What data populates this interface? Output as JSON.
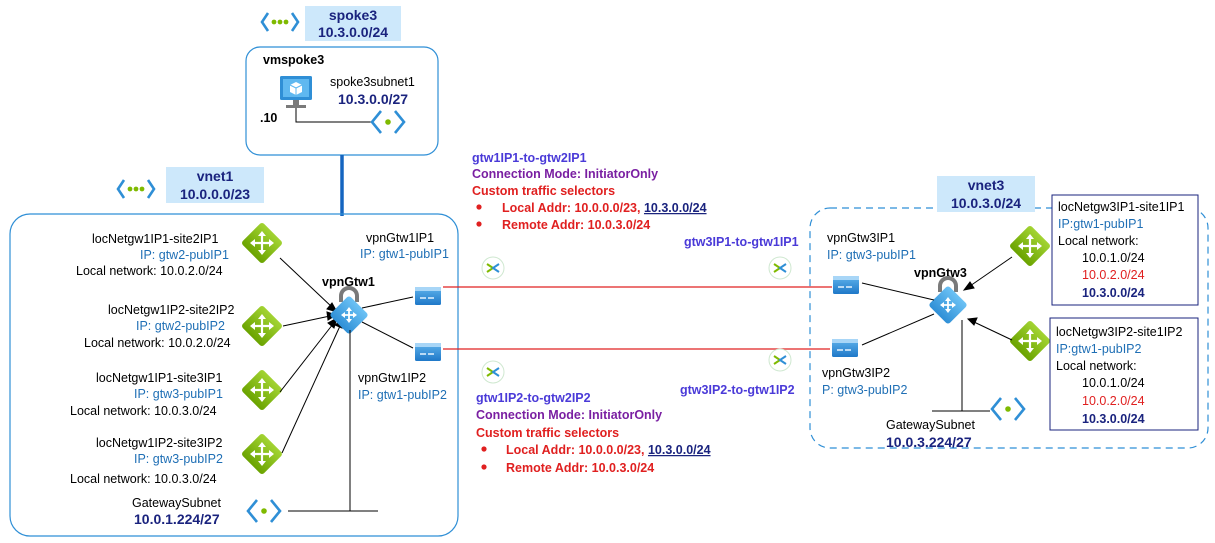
{
  "spoke3": {
    "title": "spoke3",
    "address": "10.3.0.0/24",
    "vm_name": "vmspoke3",
    "vm_ip": ".10",
    "subnet_name": "spoke3subnet1",
    "subnet_address": "10.3.0.0/27"
  },
  "vnet1": {
    "title": "vnet1",
    "address": "10.0.0.0/23",
    "gateway_name": "vpnGtw1",
    "gw_ip1_name": "vpnGtw1IP1",
    "gw_ip1_pip": "IP: gtw1-pubIP1",
    "gw_ip2_name": "vpnGtw1IP2",
    "gw_ip2_pip": "IP: gtw1-pubIP2",
    "gateway_subnet_label": "GatewaySubnet",
    "gateway_subnet_address": "10.0.1.224/27",
    "local_gateways": [
      {
        "name": "locNetgw1IP1-site2IP1",
        "ip": "IP: gtw2-pubIP1",
        "network": "Local network: 10.0.2.0/24"
      },
      {
        "name": "locNetgw1IP2-site2IP2",
        "ip": "IP: gtw2-pubIP2",
        "network": "Local network: 10.0.2.0/24"
      },
      {
        "name": "locNetgw1IP1-site3IP1",
        "ip": "IP: gtw3-pubIP1",
        "network": "Local network: 10.0.3.0/24"
      },
      {
        "name": "locNetgw1IP2-site3IP2",
        "ip": "IP: gtw3-pubIP2",
        "network": "Local network: 10.0.3.0/24"
      }
    ]
  },
  "connections": {
    "c1": {
      "name": "gtw1IP1-to-gtw2IP1",
      "mode": "Connection Mode: InitiatorOnly",
      "selectors_title": "Custom traffic selectors",
      "local_prefix": "Local Addr: 10.0.0.0/23,",
      "local_extra": "10.3.0.0/24",
      "remote": "Remote Addr: 10.0.3.0/24"
    },
    "c2": {
      "name": "gtw1IP2-to-gtw2IP2",
      "mode": "Connection Mode: InitiatorOnly",
      "selectors_title": "Custom traffic selectors",
      "local_prefix": "Local Addr: 10.0.0.0/23,",
      "local_extra": "10.3.0.0/24",
      "remote": "Remote Addr: 10.0.3.0/24"
    },
    "c3_name": "gtw3IP1-to-gtw1IP1",
    "c4_name": "gtw3IP2-to-gtw1IP2"
  },
  "vnet3": {
    "title": "vnet3",
    "address": "10.0.3.0/24",
    "gateway_name": "vpnGtw3",
    "gw_ip1_name": "vpnGtw3IP1",
    "gw_ip1_pip": "IP: gtw3-pubIP1",
    "gw_ip2_name": "vpnGtw3IP2",
    "gw_ip2_pip": "P: gtw3-pubIP2",
    "gateway_subnet_label": "GatewaySubnet",
    "gateway_subnet_address": "10.0.3.224/27",
    "local_gateways": [
      {
        "name": "locNetgw3IP1-site1IP1",
        "ip": "IP:gtw1-pubIP1",
        "network_label": "Local network:",
        "net1": "10.0.1.0/24",
        "net2": "10.0.2.0/24",
        "net3": "10.3.0.0/24"
      },
      {
        "name": "locNetgw3IP2-site1IP2",
        "ip": "IP:gtw1-pubIP2",
        "network_label": "Local network:",
        "net1": "10.0.1.0/24",
        "net2": "10.0.2.0/24",
        "net3": "10.3.0.0/24"
      }
    ]
  },
  "colors": {
    "azure_blue": "#2f8fd6",
    "lgw_green": "#7fba00",
    "tunnel_red": "#e02020",
    "peering_blue": "#1565c0",
    "label_bg": "#cde8fb"
  }
}
